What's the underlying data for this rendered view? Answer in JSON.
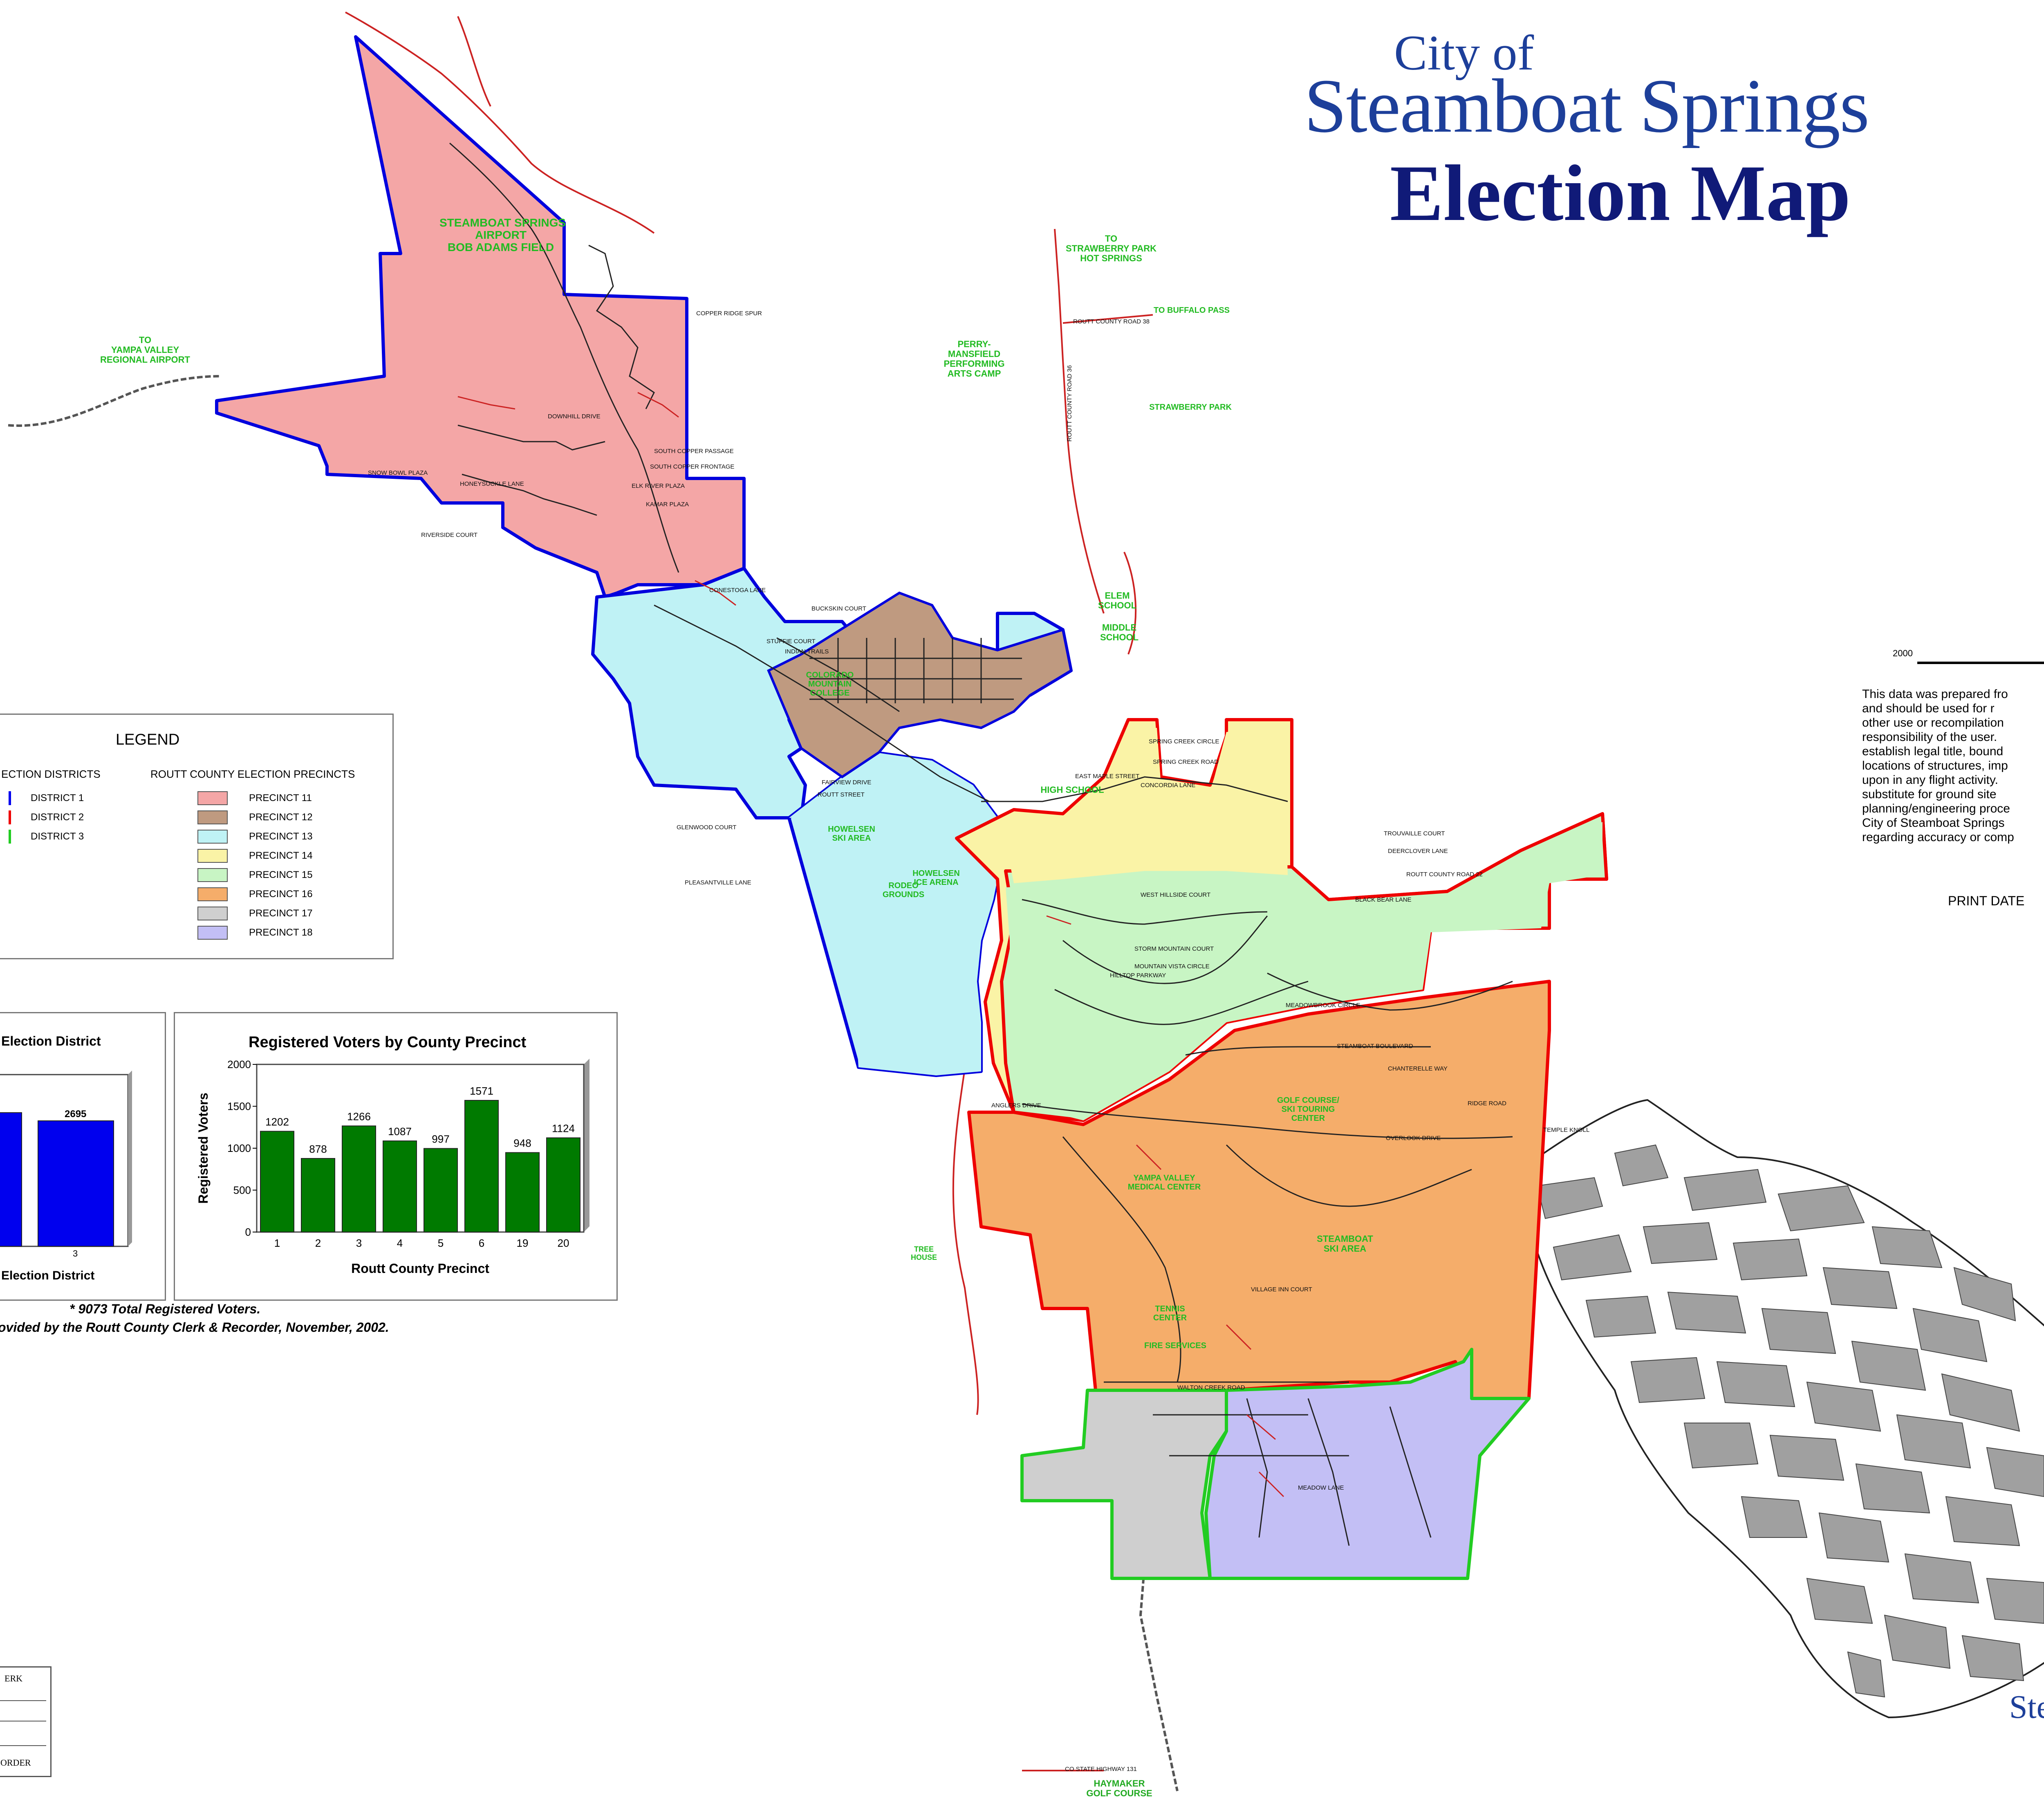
{
  "title": {
    "line1": "City of",
    "line2": "Steamboat Springs",
    "line3": "Election Map"
  },
  "legend": {
    "title": "LEGEND",
    "districts_header": "ECTION DISTRICTS",
    "precincts_header": "ROUTT COUNTY ELECTION PRECINCTS",
    "districts": [
      {
        "label": "DISTRICT 1",
        "color": "#0000ee"
      },
      {
        "label": "DISTRICT 2",
        "color": "#ee0000"
      },
      {
        "label": "DISTRICT 3",
        "color": "#22cc22"
      }
    ],
    "precincts": [
      {
        "label": "PRECINCT 11",
        "color": "#f4a6a6"
      },
      {
        "label": "PRECINCT 12",
        "color": "#bf9a80"
      },
      {
        "label": "PRECINCT 13",
        "color": "#bff2f5"
      },
      {
        "label": "PRECINCT 14",
        "color": "#faf3a6"
      },
      {
        "label": "PRECINCT 15",
        "color": "#c8f5c4"
      },
      {
        "label": "PRECINCT 16",
        "color": "#f5ad6a"
      },
      {
        "label": "PRECINCT 17",
        "color": "#cfcfcf"
      },
      {
        "label": "PRECINCT 18",
        "color": "#c3bff5"
      }
    ]
  },
  "district_chart": {
    "title_partial": "Election District",
    "xlabel_partial": "Election District",
    "value_label": "2695",
    "tick_label": "3"
  },
  "chart_data": {
    "type": "bar",
    "title": "Registered Voters by County Precinct",
    "xlabel": "Routt County Precinct",
    "ylabel": "Registered Voters",
    "ylim": [
      0,
      2000
    ],
    "yticks": [
      "0",
      "500",
      "1000",
      "1500",
      "2000"
    ],
    "categories": [
      "1",
      "2",
      "3",
      "4",
      "5",
      "6",
      "19",
      "20"
    ],
    "values": [
      1202,
      878,
      1266,
      1087,
      997,
      1571,
      948,
      1124
    ],
    "bar_color": "#007a00"
  },
  "footnotes": {
    "line1": "*  9073 Total Registered Voters.",
    "line2": "ovided by the Routt County Clerk & Recorder, November, 2002."
  },
  "disclaimer": {
    "text": "This data was prepared fro\nand should be used for r\nother use or recompilation\nresponsibility of the user.\nestablish legal title, bound\nlocations of structures, imp\nupon in any flight activity.\nsubstitute for ground site\nplanning/engineering proce\nCity of Steamboat Springs\nregarding accuracy or comp",
    "print_date": "PRINT DATE",
    "scale": "2000"
  },
  "corner_text": "Ste",
  "signature_block": {
    "line1": "ERK",
    "line2": "ORDER"
  },
  "map_labels": [
    {
      "id": "airport",
      "text": "STEAMBOAT SPRINGS\nAIRPORT\nBOB ADAMS FIELD"
    },
    {
      "id": "yampa-airport",
      "text": "TO\nYAMPA VALLEY\nREGIONAL AIRPORT"
    },
    {
      "id": "strawberry-hot",
      "text": "TO\nSTRAWBERRY PARK\nHOT SPRINGS"
    },
    {
      "id": "buffalo-pass",
      "text": "TO BUFFALO PASS"
    },
    {
      "id": "perry-mansfield",
      "text": "PERRY-\nMANSFIELD\nPERFORMING\nARTS CAMP"
    },
    {
      "id": "strawberry-park",
      "text": "STRAWBERRY PARK"
    },
    {
      "id": "elem",
      "text": "ELEM\nSCHOOL"
    },
    {
      "id": "middle",
      "text": "MIDDLE\nSCHOOL"
    },
    {
      "id": "high",
      "text": "HIGH SCHOOL"
    },
    {
      "id": "cmc",
      "text": "COLORADO\nMOUNTAIN\nCOLLEGE"
    },
    {
      "id": "howelsen",
      "text": "HOWELSEN\nSKI AREA"
    },
    {
      "id": "rodeo",
      "text": "RODEO\nGROUNDS"
    },
    {
      "id": "ice",
      "text": "HOWELSEN\nICE ARENA"
    },
    {
      "id": "medical",
      "text": "YAMPA VALLEY\nMEDICAL CENTER"
    },
    {
      "id": "golf",
      "text": "GOLF COURSE/\nSKI TOURING\nCENTER"
    },
    {
      "id": "ski-area",
      "text": "STEAMBOAT\nSKI AREA"
    },
    {
      "id": "tennis",
      "text": "TENNIS\nCENTER"
    },
    {
      "id": "fire",
      "text": "FIRE SERVICES"
    },
    {
      "id": "tree-house",
      "text": "TREE\nHOUSE"
    },
    {
      "id": "haymaker",
      "text": "HAYMAKER\nGOLF COURSE"
    }
  ],
  "road_labels": [
    {
      "id": "r1",
      "text": "COPPER RIDGE SPUR"
    },
    {
      "id": "r2",
      "text": "DOWNHILL DRIVE"
    },
    {
      "id": "r3",
      "text": "SOUTH COPPER PASSAGE"
    },
    {
      "id": "r4",
      "text": "SOUTH COPPER FRONTAGE"
    },
    {
      "id": "r5",
      "text": "ELK RIVER PLAZA"
    },
    {
      "id": "r6",
      "text": "KAMAR PLAZA"
    },
    {
      "id": "r7",
      "text": "SNOW BOWL PLAZA"
    },
    {
      "id": "r8",
      "text": "HONEYSUCKLE LANE"
    },
    {
      "id": "r9",
      "text": "RIVERSIDE COURT"
    },
    {
      "id": "r10",
      "text": "CONESTOGA LANE"
    },
    {
      "id": "r11",
      "text": "BUCKSKIN COURT"
    },
    {
      "id": "r12",
      "text": "STUFFIE COURT"
    },
    {
      "id": "r13",
      "text": "INDIAN TRAILS"
    },
    {
      "id": "r14",
      "text": "SPRING CREEK CIRCLE"
    },
    {
      "id": "r15",
      "text": "SPRING CREEK ROAD"
    },
    {
      "id": "r16",
      "text": "EAST MAPLE STREET"
    },
    {
      "id": "r17",
      "text": "CONCORDIA LANE"
    },
    {
      "id": "r18",
      "text": "TROUVAILLE COURT"
    },
    {
      "id": "r19",
      "text": "DEERCLOVER LANE"
    },
    {
      "id": "r20",
      "text": "ROUTT COUNTY ROAD 22"
    },
    {
      "id": "r21",
      "text": "BLACK BEAR LANE"
    },
    {
      "id": "r22",
      "text": "WEST HILLSIDE COURT"
    },
    {
      "id": "r23",
      "text": "STORM MOUNTAIN COURT"
    },
    {
      "id": "r24",
      "text": "MOUNTAIN VISTA CIRCLE"
    },
    {
      "id": "r25",
      "text": "HILLTOP PARKWAY"
    },
    {
      "id": "r26",
      "text": "MEADOWBROOK CIRCLE"
    },
    {
      "id": "r27",
      "text": "STEAMBOAT BOULEVARD"
    },
    {
      "id": "r28",
      "text": "CHANTERELLE WAY"
    },
    {
      "id": "r29",
      "text": "RIDGE ROAD"
    },
    {
      "id": "r30",
      "text": "TEMPLE KNOLL"
    },
    {
      "id": "r31",
      "text": "OVERLOOK DRIVE"
    },
    {
      "id": "r32",
      "text": "ANGLERS DRIVE"
    },
    {
      "id": "r33",
      "text": "WALTON CREEK ROAD"
    },
    {
      "id": "r34",
      "text": "MEADOW LANE"
    },
    {
      "id": "r35",
      "text": "VILLAGE INN COURT"
    },
    {
      "id": "r36",
      "text": "FAIRVIEW DRIVE"
    },
    {
      "id": "r37",
      "text": "ROUTT STREET"
    },
    {
      "id": "r38",
      "text": "PLEASANTVILLE LANE"
    },
    {
      "id": "r39",
      "text": "GLENWOOD COURT"
    },
    {
      "id": "r40",
      "text": "ROUTT COUNTY ROAD 36"
    },
    {
      "id": "r41",
      "text": "ROUTT COUNTY ROAD 38"
    },
    {
      "id": "r42",
      "text": "CO STATE HIGHWAY 131"
    }
  ]
}
